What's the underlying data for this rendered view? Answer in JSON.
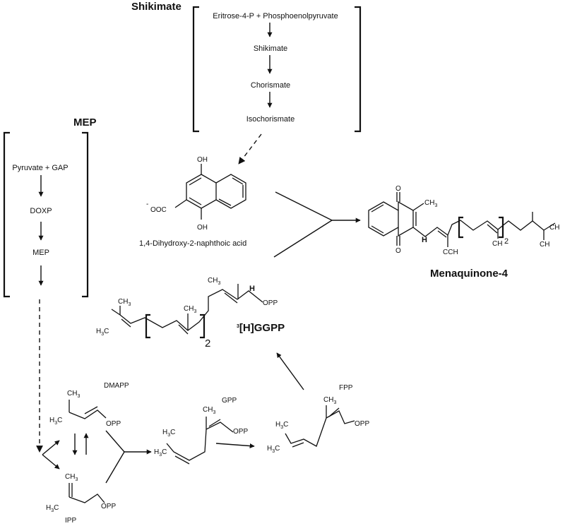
{
  "shikimate_pathway": {
    "title": "Shikimate",
    "steps": [
      "Eritrose-4-P + Phosphoenolpyruvate",
      "Shikimate",
      "Chorismate",
      "Isochorismate"
    ]
  },
  "mep_pathway": {
    "title": "MEP",
    "steps": [
      "Pyruvate + GAP",
      "DOXP",
      "MEP"
    ]
  },
  "naphthoic": {
    "label": "1,4-Dihydroxy-2-naphthoic acid",
    "oh_top": "OH",
    "oh_bottom": "OH",
    "coo": "OOC",
    "charge": "-"
  },
  "menaquinone": {
    "label": "Menaquinone-4",
    "o_top": "O",
    "o_bottom": "O",
    "ch3": "CH",
    "h": "H",
    "repeat": "2"
  },
  "ggpp": {
    "label_sup": "3",
    "label": "[H]GGPP",
    "ch3_a": "CH",
    "ch3_b": "CH",
    "ch3_c": "CH",
    "h3c": "H",
    "h": "H",
    "opp": "OPP",
    "repeat": "2"
  },
  "dmapp": {
    "label": "DMAPP",
    "ch3": "CH",
    "h3c": "H",
    "opp": "OPP"
  },
  "ipp": {
    "label": "IPP",
    "ch3": "CH",
    "h3c": "H",
    "opp": "OPP"
  },
  "gpp": {
    "label": "GPP",
    "ch3": "CH",
    "h3c_top": "H",
    "h3c_bottom": "H",
    "opp": "OPP"
  },
  "fpp": {
    "label": "FPP",
    "ch3": "CH",
    "h3c_top": "H",
    "h3c_bottom": "H",
    "opp": "OPP"
  },
  "subscripts": {
    "three": "3",
    "three_b": "3"
  }
}
